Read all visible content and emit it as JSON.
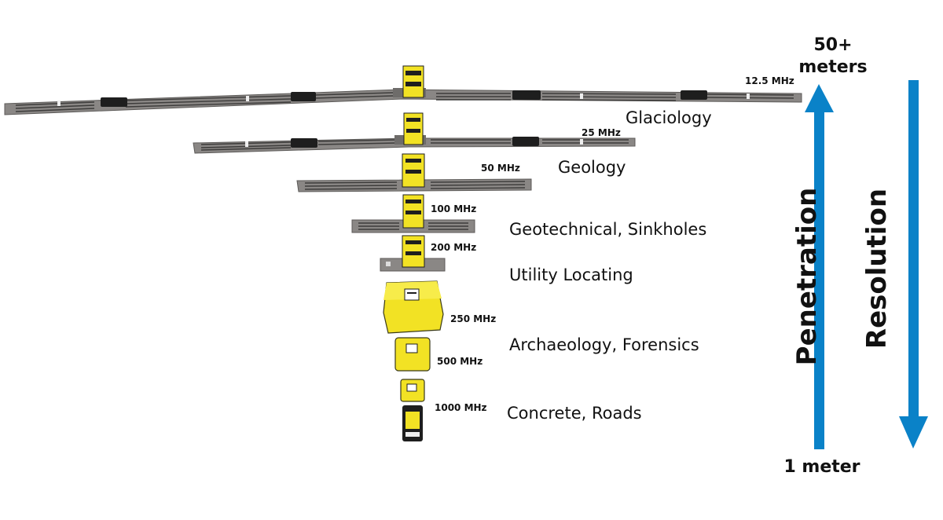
{
  "depth": {
    "top": "50+\nmeters",
    "top_line1": "50+",
    "top_line2": "meters",
    "bottom": "1 meter"
  },
  "axes": {
    "penetration": "Penetration",
    "resolution": "Resolution"
  },
  "colors": {
    "arrow": "#0a82c8",
    "antenna_yellow": "#f2e224",
    "antenna_gray": "#8a8785",
    "dark": "#1e1e1e"
  },
  "antennas": [
    {
      "frequency": "12.5 MHz",
      "application": "Glaciology",
      "style": "rail"
    },
    {
      "frequency": "25 MHz",
      "application": "",
      "style": "rail"
    },
    {
      "frequency": "50 MHz",
      "application": "Geology",
      "style": "rail"
    },
    {
      "frequency": "100 MHz",
      "application": "Geotechnical, Sinkholes",
      "style": "rail"
    },
    {
      "frequency": "200 MHz",
      "application": "Utility Locating",
      "style": "rail"
    },
    {
      "frequency": "250 MHz",
      "application": "Archaeology, Forensics",
      "style": "box"
    },
    {
      "frequency": "500 MHz",
      "application": "",
      "style": "box"
    },
    {
      "frequency": "1000 MHz",
      "application": "Concrete, Roads",
      "style": "box"
    }
  ]
}
